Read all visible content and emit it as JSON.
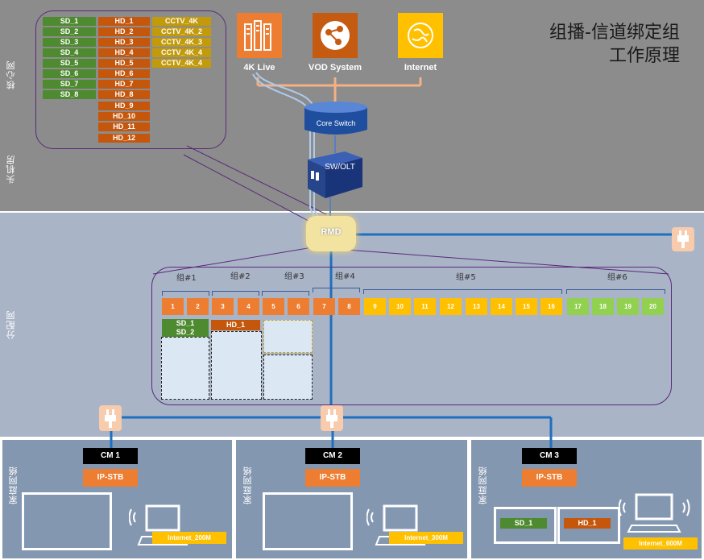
{
  "title": {
    "line1": "组播-信道绑定组",
    "line2": "工作原理"
  },
  "zones": {
    "core": "核心网",
    "room": "头机房",
    "dist": "分配网",
    "home1": "家庭网络",
    "home2": "家庭网络",
    "home3": "家庭网络"
  },
  "sources": {
    "live": "4K Live",
    "vod": "VOD System",
    "internet": "Internet"
  },
  "devices": {
    "core_switch": "Core Switch",
    "olt": "SW/OLT",
    "rmd": "RMD"
  },
  "channels": {
    "sd": [
      "SD_1",
      "SD_2",
      "SD_3",
      "SD_4",
      "SD_5",
      "SD_6",
      "SD_7",
      "SD_8"
    ],
    "hd": [
      "HD_1",
      "HD_2",
      "HD_3",
      "HD_4",
      "HD_5",
      "HD_6",
      "HD_7",
      "HD_8",
      "HD_9",
      "HD_10",
      "HD_11",
      "HD_12"
    ],
    "cctv": [
      "CCTV_4K",
      "CCTV_4K_2",
      "CCTV_4K_3",
      "CCTV_4K_4",
      "CCTV_4K_4"
    ]
  },
  "groups": [
    "组#1",
    "组#2",
    "组#3",
    "组#4",
    "组#5",
    "组#6"
  ],
  "tiles": [
    "1",
    "2",
    "3",
    "4",
    "5",
    "6",
    "7",
    "8",
    "9",
    "10",
    "11",
    "12",
    "13",
    "14",
    "15",
    "16",
    "17",
    "18",
    "19",
    "20"
  ],
  "group_contents": {
    "g1a": "SD_1",
    "g1b": "SD_2",
    "g2": "HD_1"
  },
  "homes": [
    {
      "cm": "CM 1",
      "stb": "IP-STB",
      "internet": "Internet_200M"
    },
    {
      "cm": "CM 2",
      "stb": "IP-STB",
      "internet": "Internet_300M"
    },
    {
      "cm": "CM 3",
      "stb": "IP-STB",
      "internet": "Internet_600M",
      "tv_a": "SD_1",
      "tv_b": "HD_1"
    }
  ],
  "colors": {
    "sd": "#4e8a2f",
    "hd": "#c5570d",
    "cctv": "#c29a0a",
    "line": "#1f6fbf"
  }
}
